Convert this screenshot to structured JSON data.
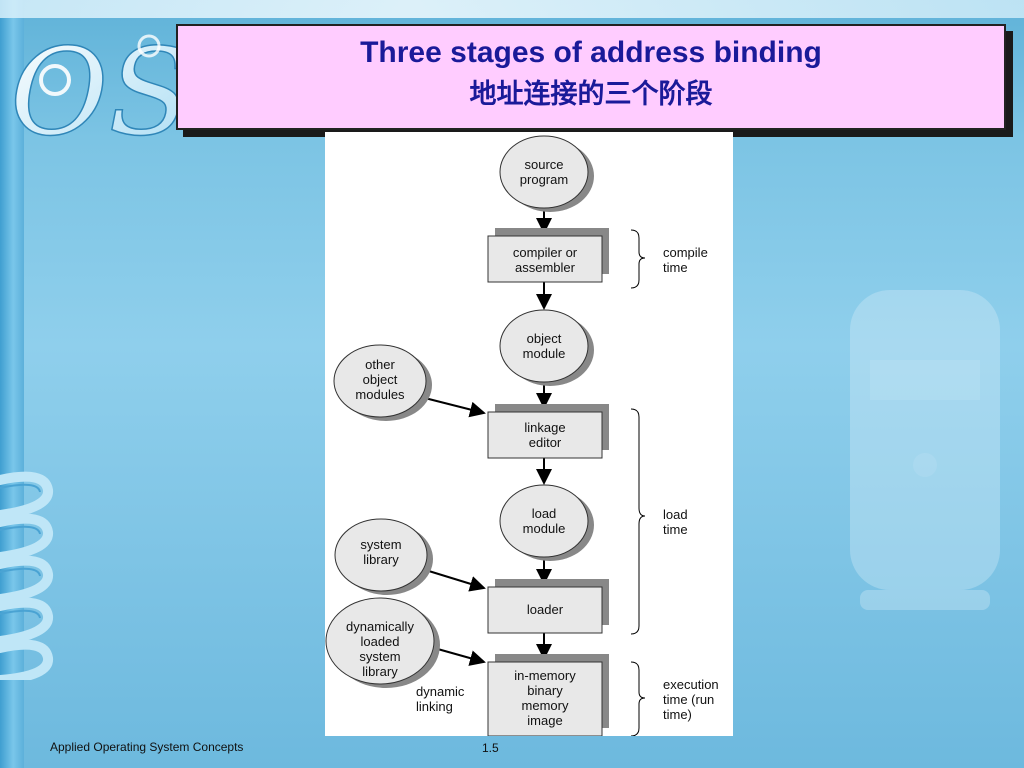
{
  "title": {
    "english": "Three stages of address binding",
    "chinese": "地址连接的三个阶段"
  },
  "logo": {
    "text": "OS"
  },
  "diagram": {
    "nodes": {
      "source_program": [
        "source",
        "program"
      ],
      "compiler": [
        "compiler or",
        "assembler"
      ],
      "object_module": [
        "object",
        "module"
      ],
      "other_modules": [
        "other",
        "object",
        "modules"
      ],
      "linkage_editor": [
        "linkage",
        "editor"
      ],
      "load_module": [
        "load",
        "module"
      ],
      "system_library": [
        "system",
        "library"
      ],
      "loader": [
        "loader"
      ],
      "dynamic_library": [
        "dynamically",
        "loaded",
        "system",
        "library"
      ],
      "in_memory": [
        "in-memory",
        "binary",
        "memory",
        "image"
      ]
    },
    "edge_labels": {
      "dynamic_linking": [
        "dynamic",
        "linking"
      ]
    },
    "stages": {
      "compile": [
        "compile",
        "time"
      ],
      "load": [
        "load",
        "time"
      ],
      "execution": [
        "execution",
        "time  (run",
        "time)"
      ]
    }
  },
  "footer": {
    "course": "Applied Operating System Concepts",
    "page": "1.5"
  }
}
